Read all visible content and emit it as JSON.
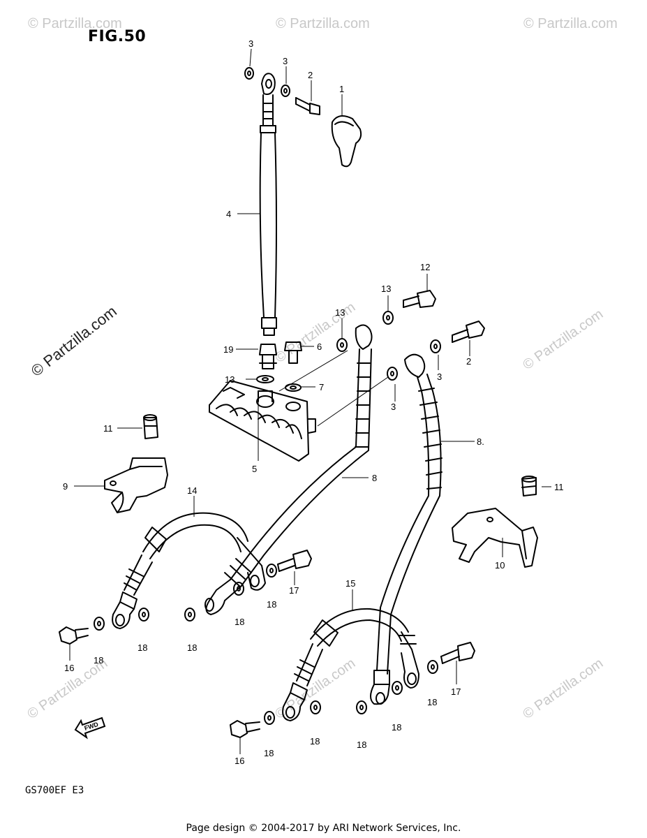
{
  "figure": {
    "title": "FIG.50",
    "model": "GS700EF  E3"
  },
  "watermark": {
    "text": "© Partzilla.com",
    "color": "#c8c8c8"
  },
  "footer": {
    "text": "Page design © 2004-2017 by ARI Network Services, Inc."
  },
  "fwd_label": "FWD",
  "callouts": [
    {
      "id": "c1",
      "label": "1"
    },
    {
      "id": "c2a",
      "label": "2"
    },
    {
      "id": "c2b",
      "label": "2"
    },
    {
      "id": "c3a",
      "label": "3"
    },
    {
      "id": "c3b",
      "label": "3"
    },
    {
      "id": "c3c",
      "label": "3"
    },
    {
      "id": "c3d",
      "label": "3"
    },
    {
      "id": "c4",
      "label": "4"
    },
    {
      "id": "c5",
      "label": "5"
    },
    {
      "id": "c6",
      "label": "6"
    },
    {
      "id": "c7",
      "label": "7"
    },
    {
      "id": "c8a",
      "label": "8"
    },
    {
      "id": "c8b",
      "label": "8."
    },
    {
      "id": "c9",
      "label": "9"
    },
    {
      "id": "c10",
      "label": "10"
    },
    {
      "id": "c11a",
      "label": "11"
    },
    {
      "id": "c11b",
      "label": "11"
    },
    {
      "id": "c12",
      "label": "12"
    },
    {
      "id": "c13a",
      "label": "13"
    },
    {
      "id": "c13b",
      "label": "13"
    },
    {
      "id": "c13c",
      "label": "13"
    },
    {
      "id": "c14",
      "label": "14"
    },
    {
      "id": "c15",
      "label": "15"
    },
    {
      "id": "c16a",
      "label": "16"
    },
    {
      "id": "c16b",
      "label": "16"
    },
    {
      "id": "c17a",
      "label": "17"
    },
    {
      "id": "c17b",
      "label": "17"
    },
    {
      "id": "c18a",
      "label": "18"
    },
    {
      "id": "c18b",
      "label": "18"
    },
    {
      "id": "c18c",
      "label": "18"
    },
    {
      "id": "c18d",
      "label": "18"
    },
    {
      "id": "c18e",
      "label": "18"
    },
    {
      "id": "c18f",
      "label": "18"
    },
    {
      "id": "c18g",
      "label": "18"
    },
    {
      "id": "c18h",
      "label": "18"
    },
    {
      "id": "c18i",
      "label": "18"
    },
    {
      "id": "c18j",
      "label": "18"
    },
    {
      "id": "c19",
      "label": "19"
    }
  ]
}
